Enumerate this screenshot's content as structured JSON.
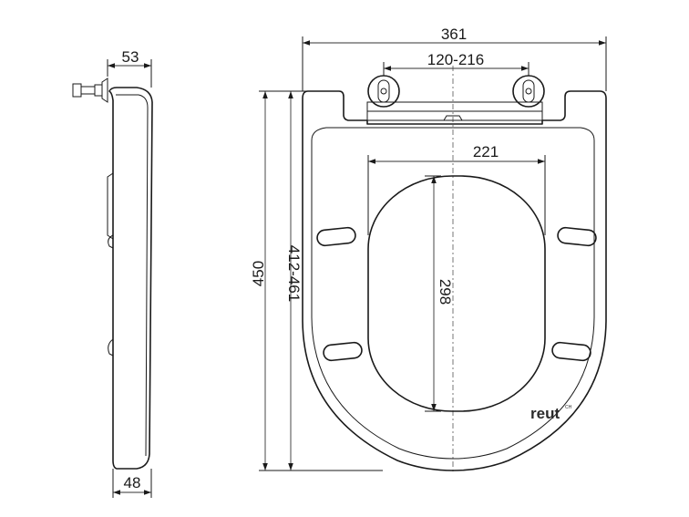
{
  "dimensions": {
    "side_top_depth": "53",
    "side_bottom_depth": "48",
    "overall_width": "361",
    "hinge_spacing": "120-216",
    "opening_width": "221",
    "opening_length": "298",
    "fixing_range": "412-461",
    "overall_length": "450"
  },
  "brand": {
    "name": "reut",
    "superscript": "CH"
  }
}
